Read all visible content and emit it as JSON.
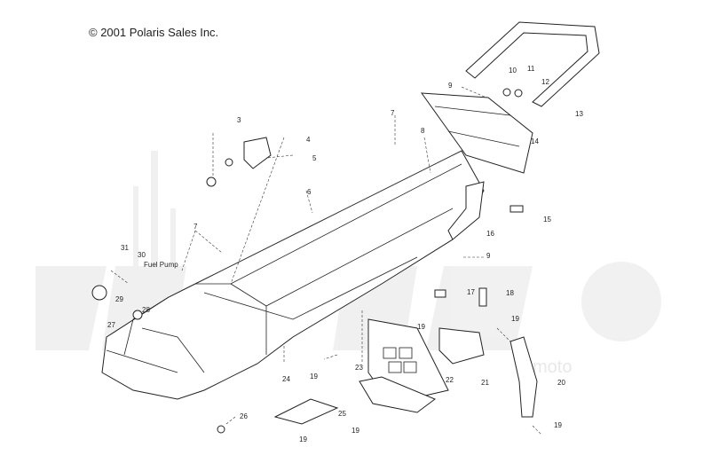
{
  "header": {
    "copyright": "© 2001 Polaris Sales Inc."
  },
  "annotation": {
    "fuel_pump": "Fuel Pump"
  },
  "callouts": [
    "3",
    "4",
    "5",
    "6",
    "7",
    "7",
    "8",
    "9",
    "9",
    "10",
    "11",
    "12",
    "13",
    "14",
    "15",
    "16",
    "17",
    "18",
    "19",
    "19",
    "19",
    "19",
    "19",
    "19",
    "20",
    "21",
    "22",
    "23",
    "24",
    "25",
    "26",
    "27",
    "28",
    "29",
    "30",
    "31"
  ],
  "watermark": "moto"
}
